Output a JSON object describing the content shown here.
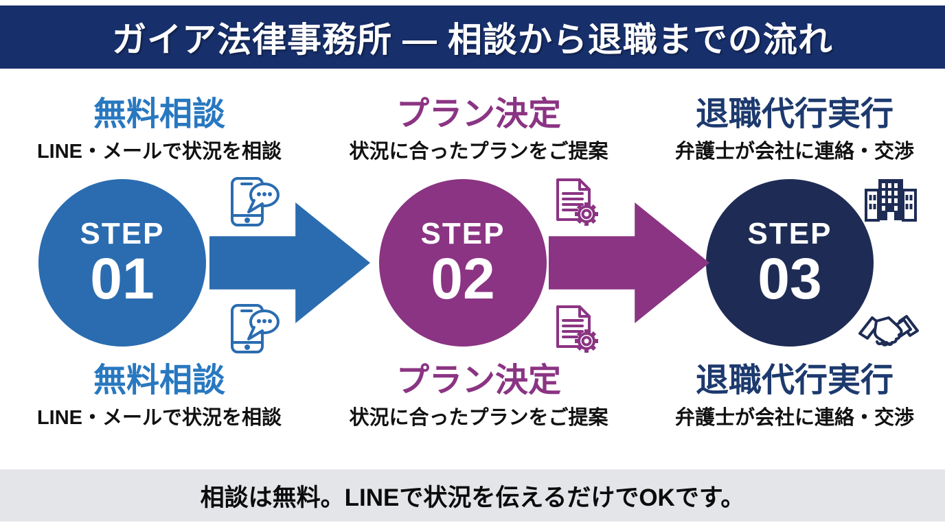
{
  "header": {
    "title": "ガイア法律事務所 ― 相談から退職までの流れ"
  },
  "steps": [
    {
      "step_label": "STEP",
      "number": "01",
      "title": "無料相談",
      "subtitle": "LINE・メールで状況を相談",
      "icon": "phone-chat-icon",
      "accent_color": "#2878c0",
      "circle_color": "#2b6cb0"
    },
    {
      "step_label": "STEP",
      "number": "02",
      "title": "プラン決定",
      "subtitle": "状況に合ったプランをご提案",
      "icon": "document-gear-icon",
      "accent_color": "#8b3483",
      "circle_color": "#8b3483"
    },
    {
      "step_label": "STEP",
      "number": "03",
      "title": "退職代行実行",
      "subtitle": "弁護士が会社に連絡・交渉",
      "icon_top": "building-icon",
      "icon_bottom": "handshake-icon",
      "accent_color": "#1d3a6e",
      "circle_color": "#1e2c55"
    }
  ],
  "arrows": [
    {
      "direction": "right",
      "color": "#2b6cb0"
    },
    {
      "direction": "right",
      "color": "#8b3483"
    }
  ],
  "footer": {
    "note": "相談は無料。LINEで状況を伝えるだけでOKです。"
  },
  "colors": {
    "header_bg": "#172f6b",
    "footer_bg": "#e3e5e9",
    "background": "#ffffff",
    "subtitle_text": "#111111"
  }
}
